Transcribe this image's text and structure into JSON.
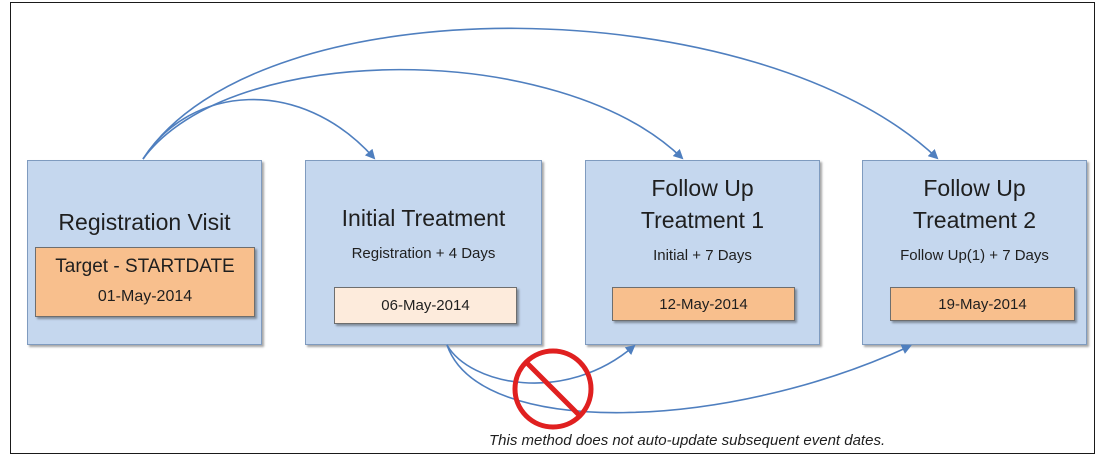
{
  "boxes": {
    "registration": {
      "title": "Registration Visit",
      "target_label": "Target - STARTDATE",
      "date": "01-May-2014"
    },
    "initial": {
      "title": "Initial Treatment",
      "rule": "Registration + 4 Days",
      "date": "06-May-2014"
    },
    "followup1": {
      "title_line1": "Follow Up",
      "title_line2": "Treatment 1",
      "rule": "Initial  + 7 Days",
      "date": "12-May-2014"
    },
    "followup2": {
      "title_line1": "Follow Up",
      "title_line2": "Treatment 2",
      "rule": "Follow Up(1) + 7 Days",
      "date": "19-May-2014"
    }
  },
  "note": "This method does not auto-update subsequent event dates.",
  "colors": {
    "box_fill": "#c5d7ee",
    "date_fill": "#f8bf8d",
    "date_fill_light": "#fdebdc",
    "arrow": "#4f7fbf",
    "prohibit": "#e02020"
  }
}
